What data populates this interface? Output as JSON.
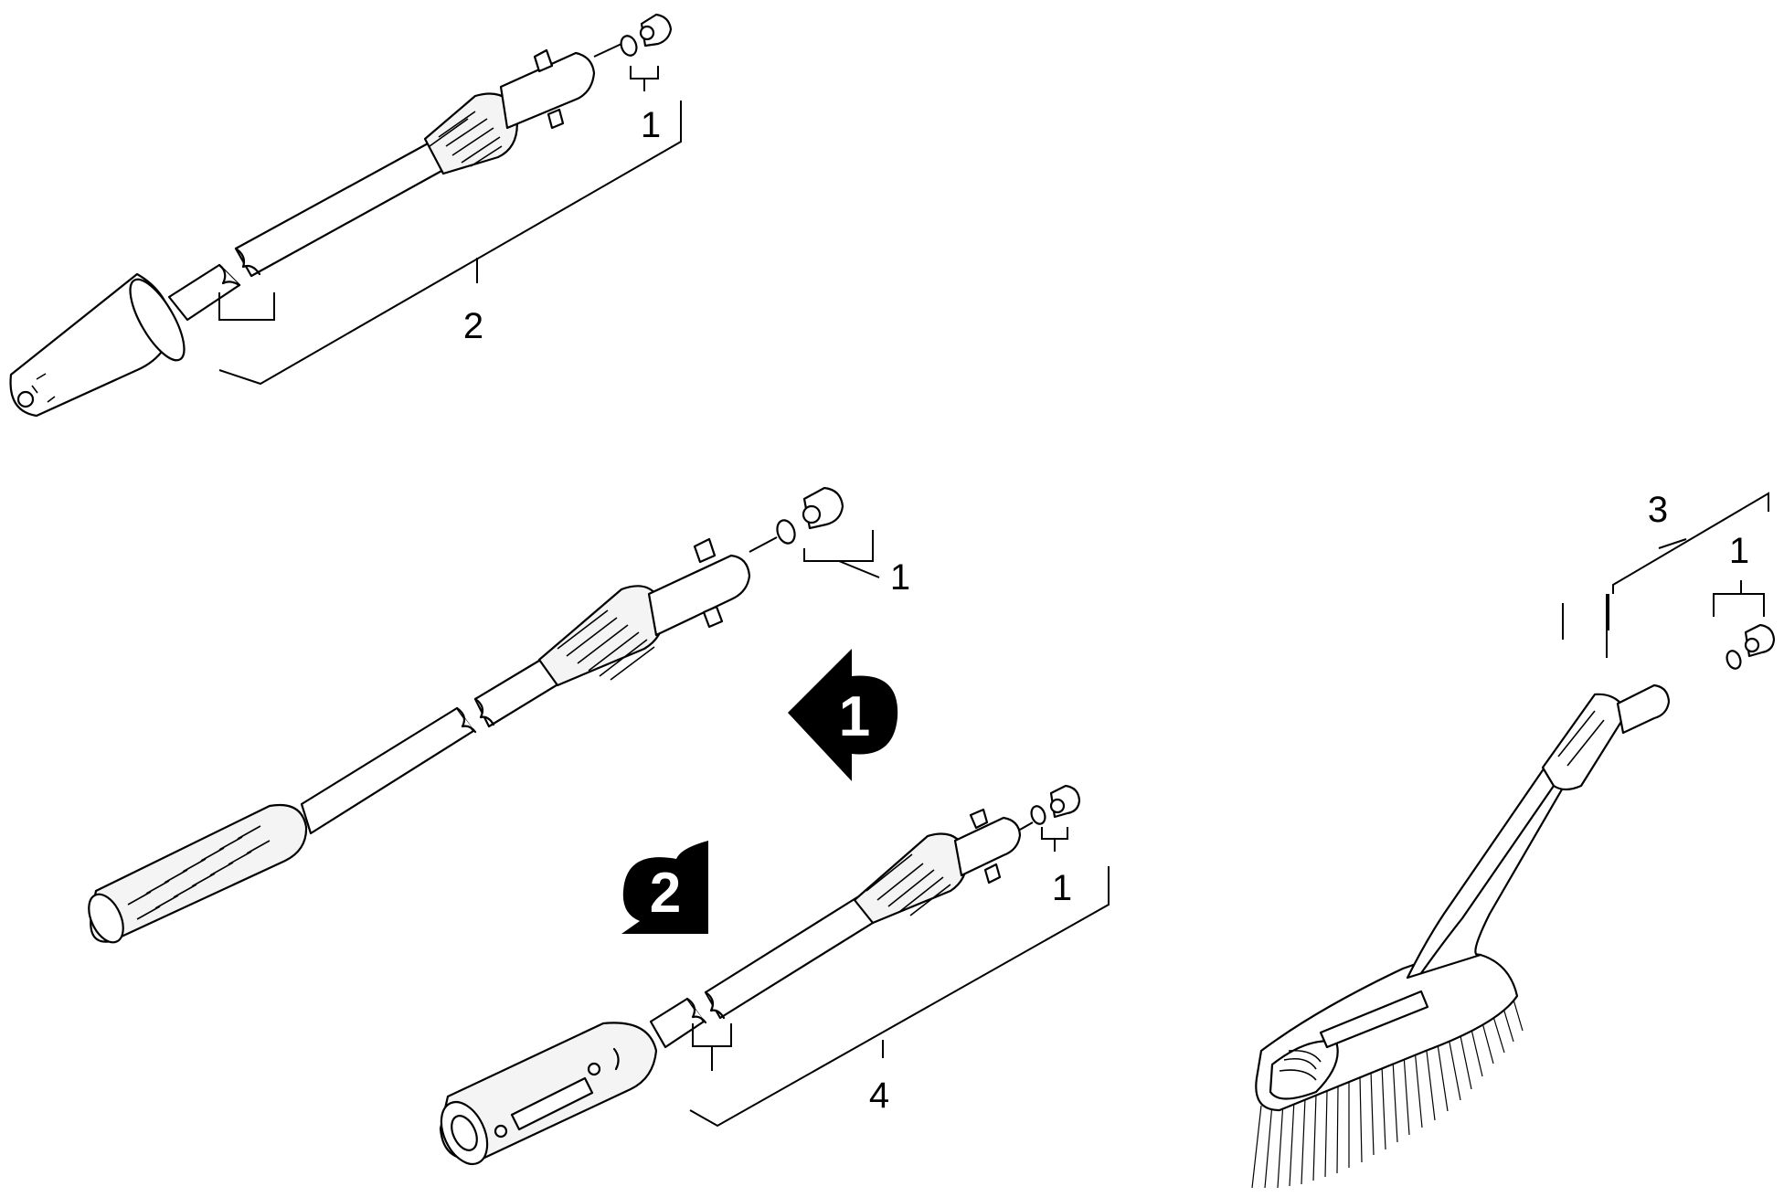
{
  "callouts": {
    "c1_a": "1",
    "c2": "2",
    "c1_b": "1",
    "c1_c": "1",
    "c4": "4",
    "c3": "3",
    "c1_d": "1"
  },
  "markers": {
    "step1": "1",
    "step2": "2"
  }
}
